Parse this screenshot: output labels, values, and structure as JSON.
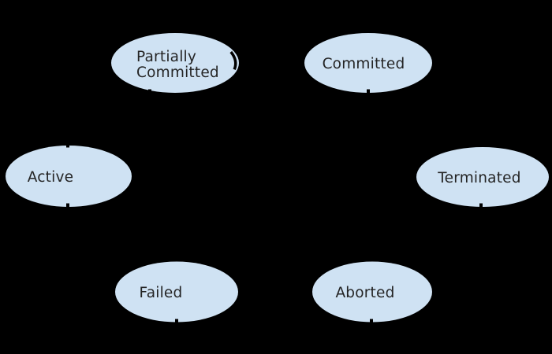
{
  "page": {
    "background_color": "#000000"
  },
  "diagram": {
    "type": "transaction-state-diagram",
    "node_fill_color": "#cfe2f3",
    "node_text_color": "#242424",
    "nodes": {
      "partially_committed": {
        "line1": "Partially",
        "line2": "Committed"
      },
      "committed": {
        "label": "Committed"
      },
      "active": {
        "label": "Active"
      },
      "terminated": {
        "label": "Terminated"
      },
      "failed": {
        "label": "Failed"
      },
      "aborted": {
        "label": "Aborted"
      }
    }
  }
}
